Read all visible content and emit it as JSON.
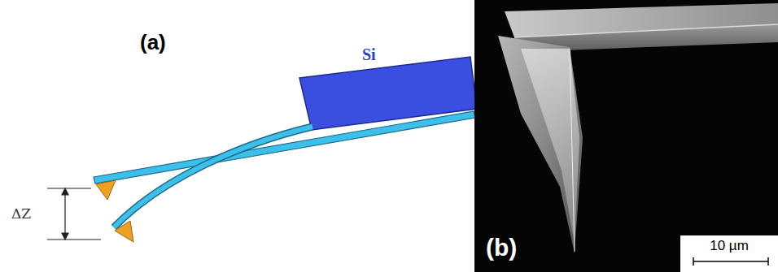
{
  "diagram": {
    "labels": [
      "(a)",
      "Si",
      "ΔZ",
      "(b)",
      "10 µm"
    ]
  }
}
